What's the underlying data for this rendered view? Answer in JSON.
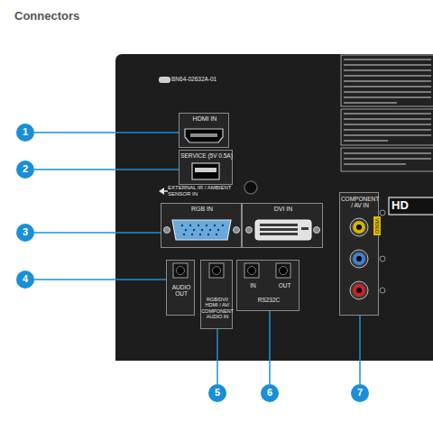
{
  "diagram": {
    "title": "Connectors",
    "nodes": [
      {
        "text": [
          "BN64-02632A-01"
        ]
      },
      {
        "text": [
          "HDMI IN"
        ],
        "in": 0
      },
      {
        "text": [
          "SERVICE (5V 0.5A)"
        ],
        "in": 0
      },
      {
        "text": [
          "RGB IN"
        ],
        "in": 0
      },
      {
        "text": [
          "DVI IN"
        ],
        "in": 0
      },
      {
        "text": [
          "AUDIO OUT"
        ],
        "in": 0
      },
      {
        "text": [
          "RGB/DVI/ HDMI / AV/ COMPONENT AUDIO IN"
        ],
        "in": 0
      },
      {
        "text": [
          "IN",
          "OUT",
          "RS232C"
        ],
        "in": 0
      },
      {
        "text": [
          "COMPONENT / AV IN",
          "VIDEO"
        ],
        "in": 0
      },
      {
        "text": [
          "1"
        ]
      },
      {
        "text": [
          "2"
        ]
      },
      {
        "text": [
          "3"
        ]
      },
      {
        "text": [
          "4"
        ]
      },
      {
        "text": [
          "5"
        ]
      },
      {
        "text": [
          "6"
        ]
      },
      {
        "text": [
          "7"
        ]
      }
    ],
    "edges": [
      {
        "from": 9,
        "to": 1,
        "arrow": "none"
      },
      {
        "from": 10,
        "to": 2,
        "arrow": "none"
      },
      {
        "from": 11,
        "to": 3,
        "arrow": "none"
      },
      {
        "from": 12,
        "to": 5,
        "arrow": "none"
      },
      {
        "from": 13,
        "to": 6,
        "arrow": "none"
      },
      {
        "from": 14,
        "to": 7,
        "arrow": "none"
      },
      {
        "from": 15,
        "to": 8,
        "arrow": "none"
      }
    ],
    "labels": [
      "EXTERNAL IR / AMBIENT SENSOR IN",
      "HD"
    ]
  }
}
